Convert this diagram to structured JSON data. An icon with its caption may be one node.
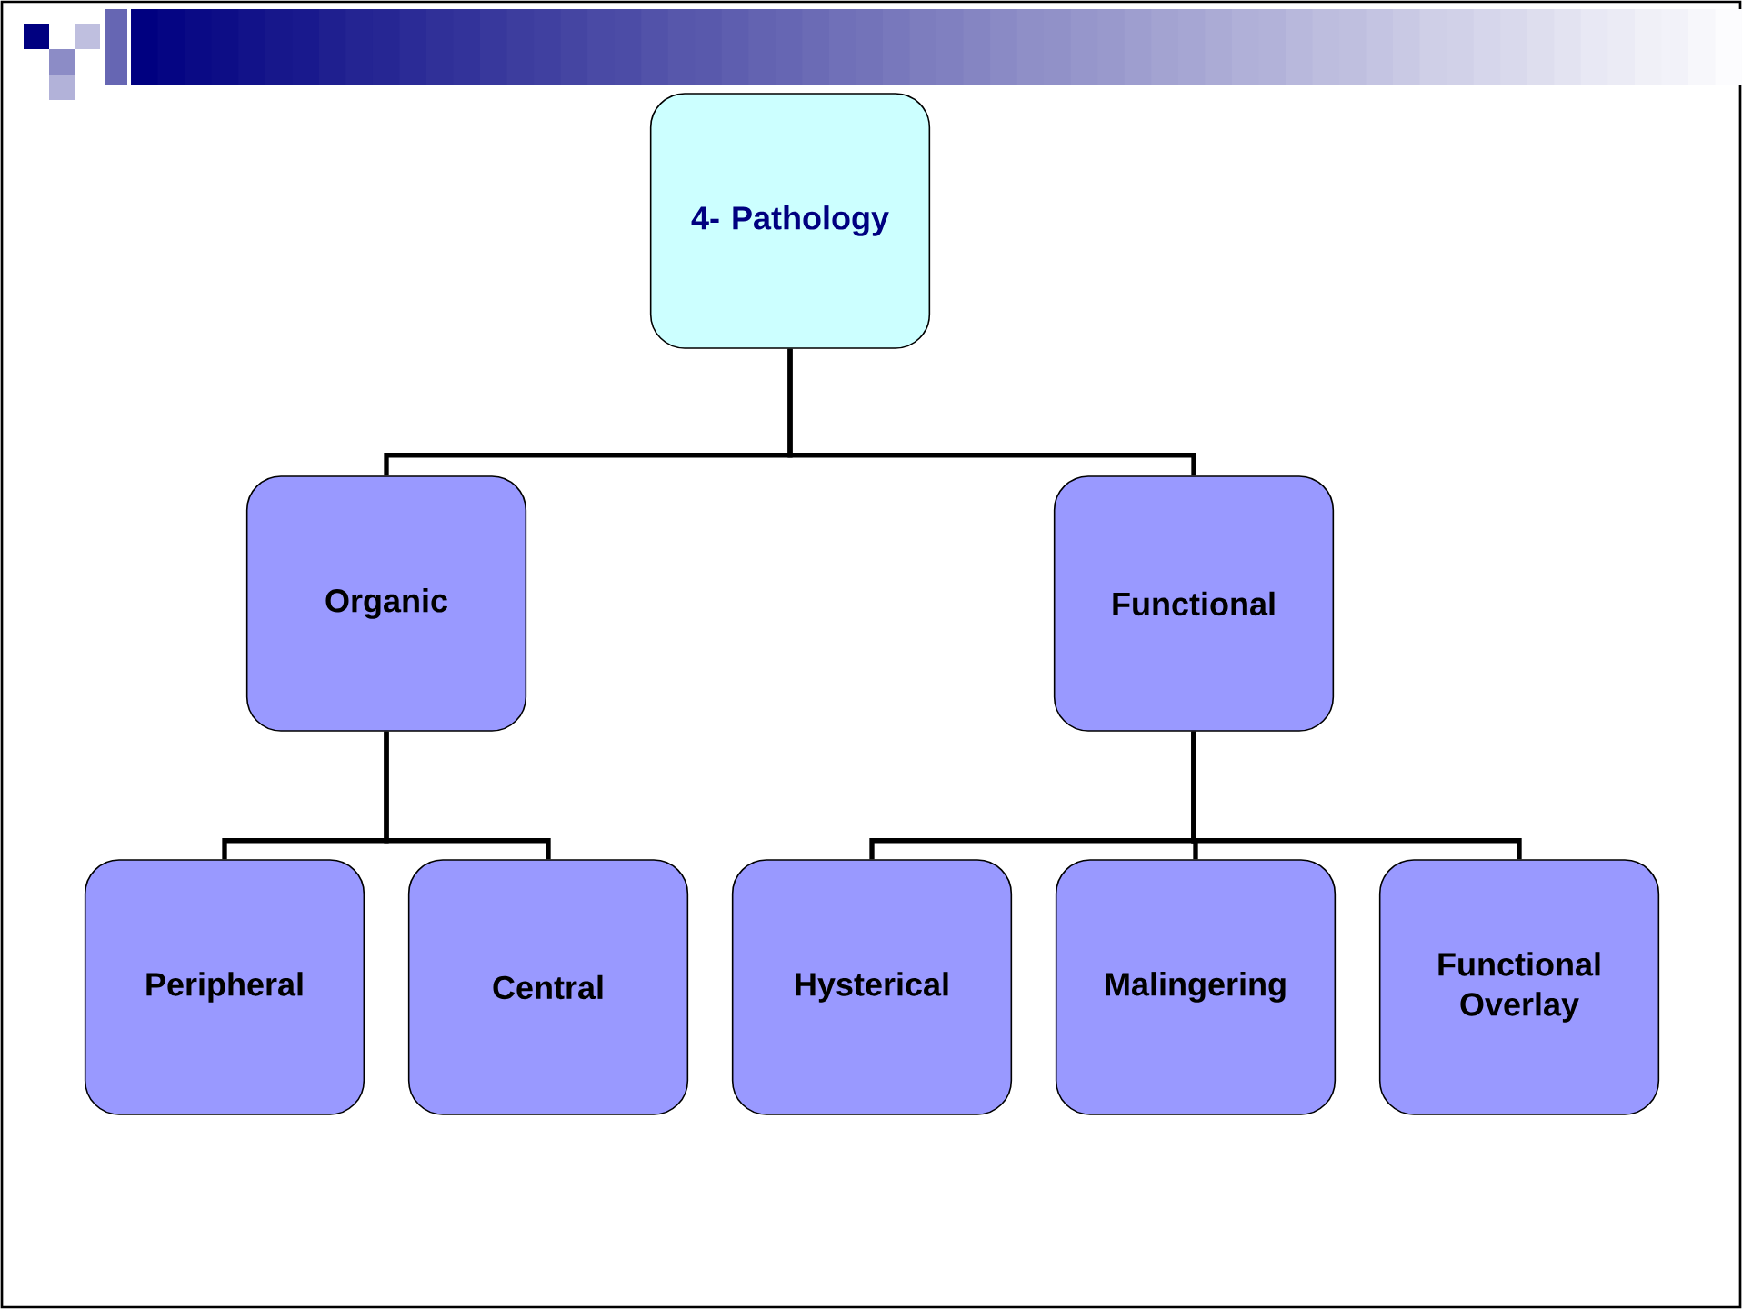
{
  "diagram": {
    "nodes": [
      {
        "text": [
          "4- Pathology"
        ]
      },
      {
        "text": [
          "Organic"
        ]
      },
      {
        "text": [
          "Functional"
        ]
      },
      {
        "text": [
          "Peripheral"
        ]
      },
      {
        "text": [
          "Central"
        ]
      },
      {
        "text": [
          "Hysterical"
        ]
      },
      {
        "text": [
          "Malingering"
        ]
      },
      {
        "text": [
          "Functional Overlay"
        ]
      }
    ],
    "edges": [
      {
        "from": 0,
        "to": 1,
        "arrow": "none"
      },
      {
        "from": 0,
        "to": 2,
        "arrow": "none"
      },
      {
        "from": 1,
        "to": 3,
        "arrow": "none"
      },
      {
        "from": 1,
        "to": 4,
        "arrow": "none"
      },
      {
        "from": 2,
        "to": 5,
        "arrow": "none"
      },
      {
        "from": 2,
        "to": 6,
        "arrow": "none"
      },
      {
        "from": 2,
        "to": 7,
        "arrow": "none"
      }
    ]
  }
}
